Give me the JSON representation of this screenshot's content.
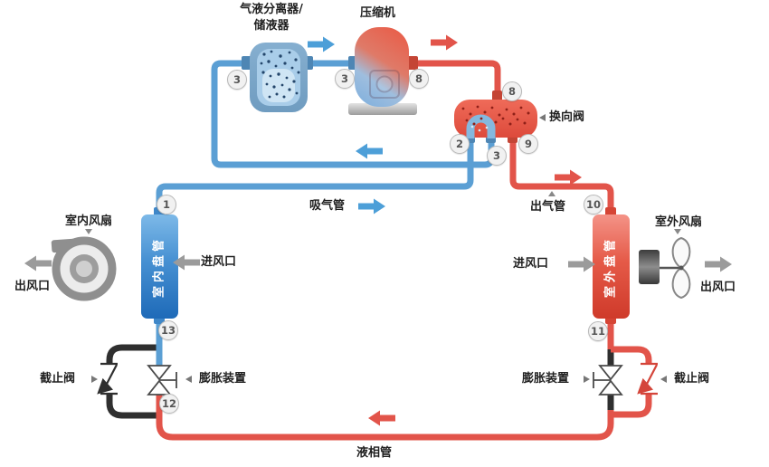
{
  "diagram": {
    "separator": {
      "label_line1": "气液分离器/",
      "label_line2": "储液器"
    },
    "compressor": {
      "label": "压缩机"
    },
    "reversing_valve": {
      "label": "换向阀"
    },
    "pipes": {
      "suction": "吸气管",
      "discharge": "出气管",
      "liquid": "液相管"
    },
    "indoor": {
      "fan": "室内风扇",
      "coil": "室内盘管",
      "air_out": "出风口",
      "air_in": "进风口",
      "stop_valve": "截止阀",
      "expansion": "膨胀装置"
    },
    "outdoor": {
      "fan": "室外风扇",
      "coil": "室外盘管",
      "air_out": "出风口",
      "air_in": "进风口",
      "stop_valve": "截止阀",
      "expansion": "膨胀装置"
    },
    "badges": {
      "separator_in": "3",
      "compressor_in": "3",
      "compressor_out": "8",
      "valve_top": "8",
      "valve_left": "2",
      "valve_bottom": "3",
      "valve_right": "9",
      "indoor_top": "1",
      "indoor_bottom": "13",
      "indoor_expansion": "12",
      "outdoor_top": "10",
      "outdoor_bottom": "11"
    },
    "colors": {
      "cold": "#5b9fd4",
      "hot": "#e2544a",
      "gray": "#9b9b9b"
    }
  }
}
